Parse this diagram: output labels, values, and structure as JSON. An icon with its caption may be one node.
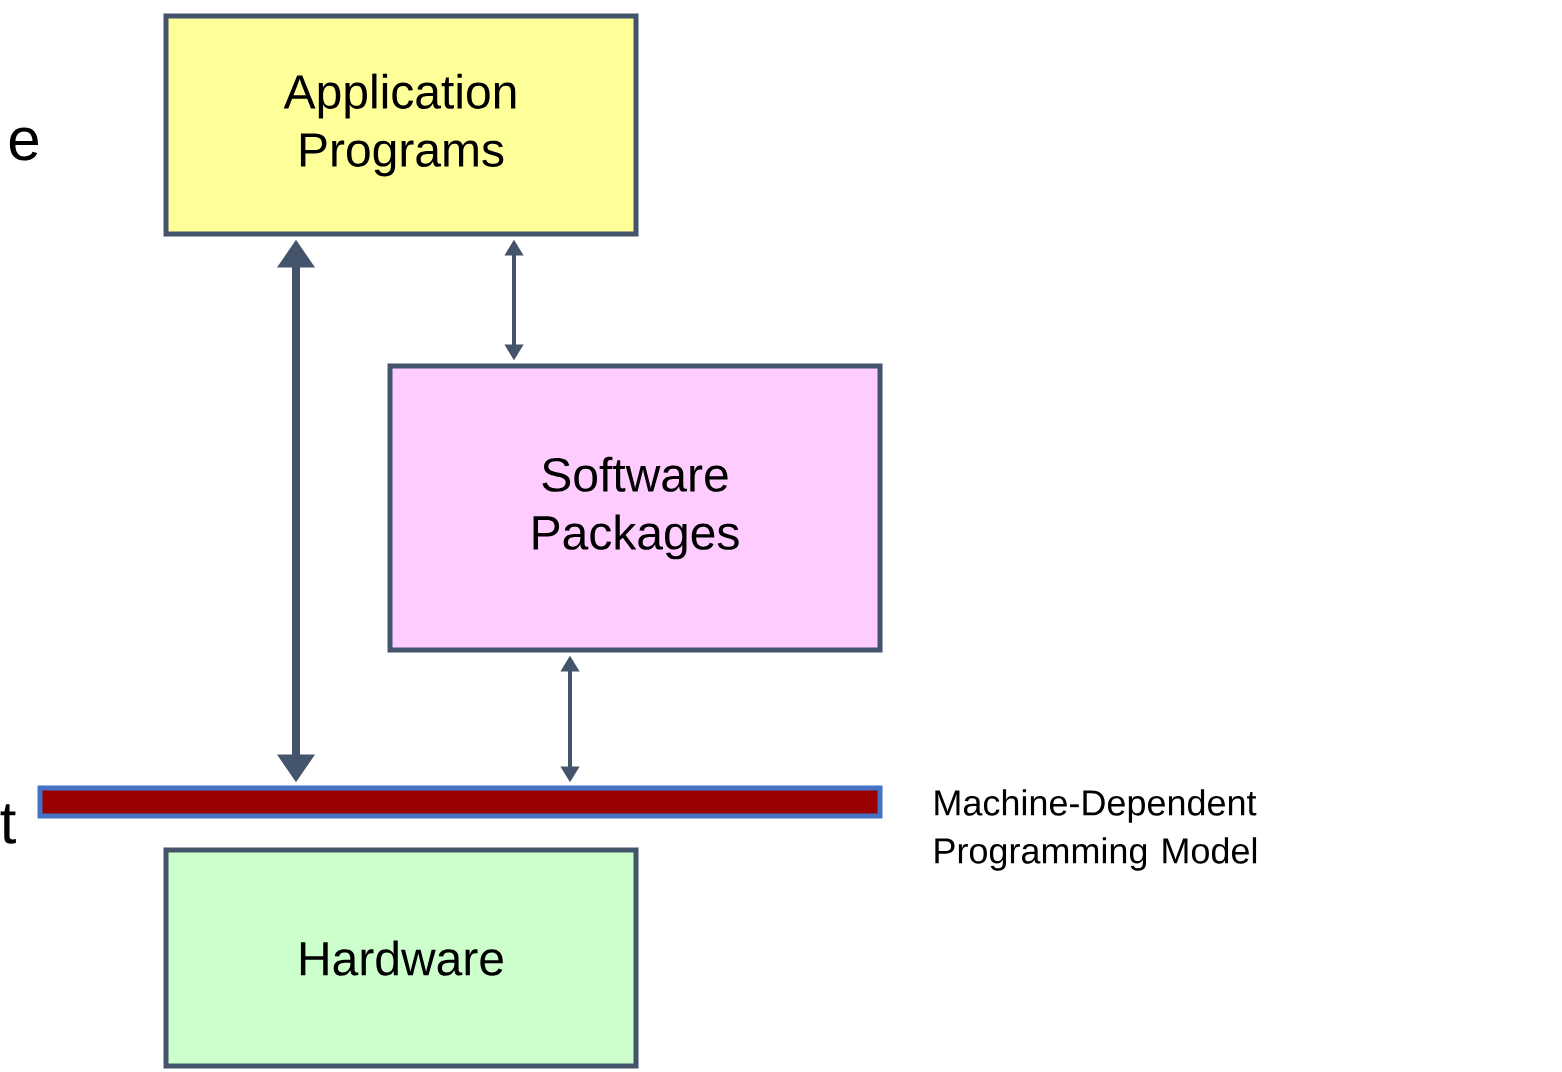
{
  "diagram": {
    "nodes": [
      {
        "text": [
          "Application Programs"
        ]
      },
      {
        "text": [
          "Software Packages"
        ]
      },
      {
        "text": [],
        "shape": "bar",
        "beside": [
          "Machine-Dependent Programming Model"
        ]
      },
      {
        "text": [
          "Hardware"
        ]
      }
    ],
    "edges": [
      {
        "from": 0,
        "to": 2,
        "arrow": "both",
        "style": "thick"
      },
      {
        "from": 0,
        "to": 1,
        "arrow": "both"
      },
      {
        "from": 1,
        "to": 2,
        "arrow": "both"
      }
    ],
    "labels": [
      "e",
      "t"
    ]
  }
}
